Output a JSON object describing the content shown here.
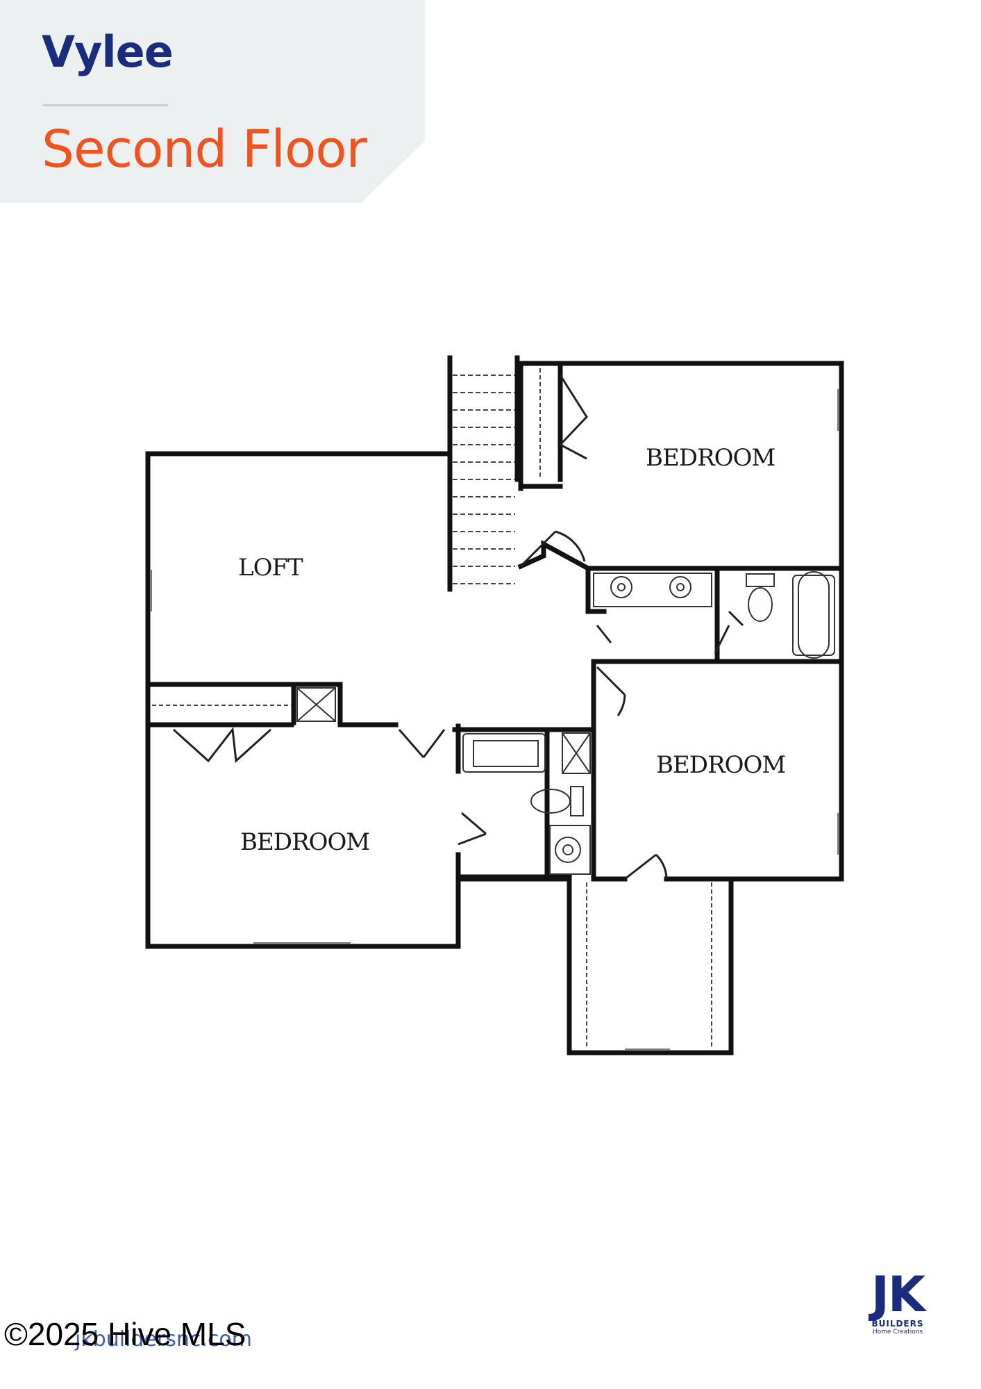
{
  "header": {
    "plan_name": "Vylee",
    "floor_name": "Second Floor"
  },
  "rooms": {
    "loft": "LOFT",
    "bedroom_upper_right": "BEDROOM",
    "bedroom_middle_right": "BEDROOM",
    "bedroom_lower_left": "BEDROOM"
  },
  "branding": {
    "logo_text": "JK",
    "logo_subtitle": "BUILDERS",
    "logo_tagline": "Home Creations",
    "website": "jkbuildersnc.com"
  },
  "copyright": "©2025 Hive MLS",
  "colors": {
    "brand_blue": "#1b2c7f",
    "accent_orange": "#f2521c",
    "header_panel": "#edf0f1"
  }
}
